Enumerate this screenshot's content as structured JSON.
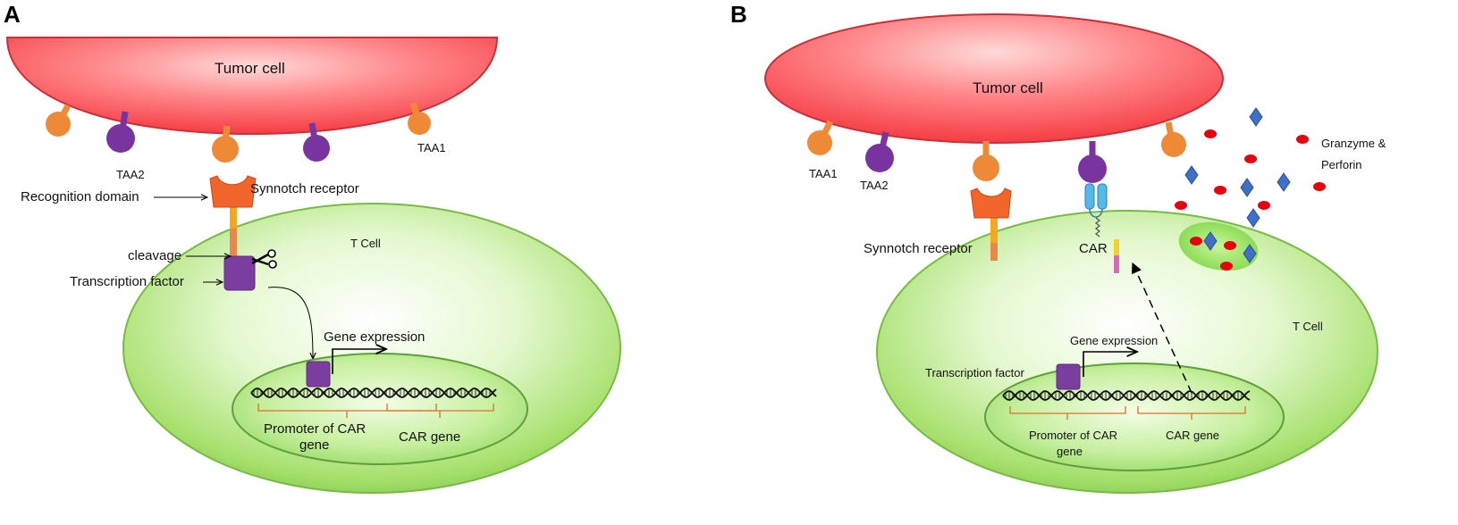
{
  "panelA": {
    "letter": "A",
    "tumor_label": "Tumor  cell",
    "tcell_label": "T Cell",
    "taa1": "TAA1",
    "taa2": "TAA2",
    "recognition_domain": "Recognition domain",
    "synnotch_receptor": "Synnotch receptor",
    "cleavage": "cleavage",
    "transcription_factor": "Transcription factor",
    "gene_expression": "Gene expression",
    "promoter_line1": "Promoter of CAR",
    "promoter_line2": "gene",
    "car_gene": "CAR gene"
  },
  "panelB": {
    "letter": "B",
    "tumor_label": "Tumor  cell",
    "tcell_label": "T Cell",
    "taa1": "TAA1",
    "taa2": "TAA2",
    "synnotch_receptor": "Synnotch  receptor",
    "car": "CAR",
    "granzyme_line1": "Granzyme   &",
    "granzyme_line2": "Perforin",
    "gene_expression": "Gene expression",
    "transcription_factor": "Transcription factor",
    "promoter_line1": "Promoter of CAR",
    "promoter_line2": "gene",
    "car_gene": "CAR gene"
  },
  "colors": {
    "tumor": "#ff5a5f",
    "tcell": "#a8e070",
    "nucleus": "#b6ea8e",
    "orange_antigen": "#ee8a35",
    "purple_antigen": "#7a34a0",
    "receptor": "#f2652a",
    "granzyme": "#e8000f",
    "perforin": "#3f6fc6",
    "bracket": "#e0702a"
  }
}
